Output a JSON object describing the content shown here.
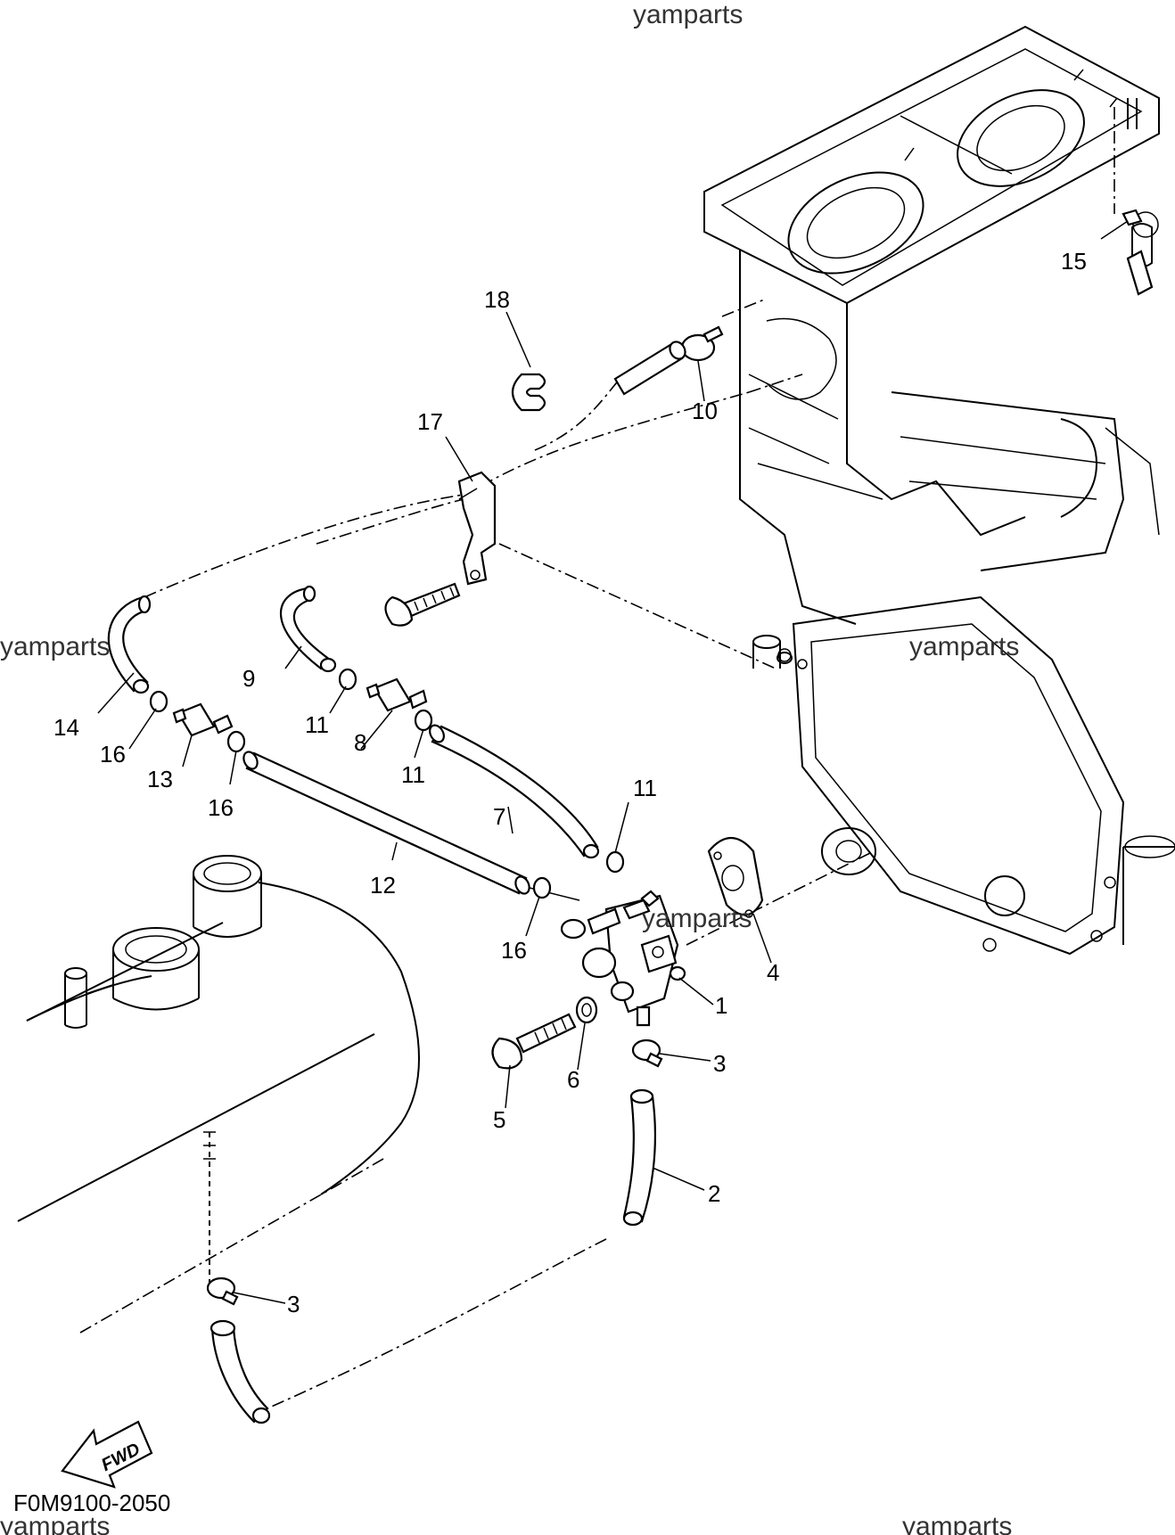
{
  "watermarks": [
    {
      "id": "wm-top",
      "text": "yamparts"
    },
    {
      "id": "wm-left",
      "text": "yamparts"
    },
    {
      "id": "wm-right",
      "text": "yamparts"
    },
    {
      "id": "wm-center",
      "text": "yamparts"
    },
    {
      "id": "wm-bottom-left",
      "text": "yamparts"
    },
    {
      "id": "wm-bottom-right",
      "text": "yamparts"
    }
  ],
  "callouts": {
    "c1": "1",
    "c2": "2",
    "c3a": "3",
    "c3b": "3",
    "c4": "4",
    "c5": "5",
    "c6": "6",
    "c7": "7",
    "c8": "8",
    "c9": "9",
    "c10": "10",
    "c11a": "11",
    "c11b": "11",
    "c11c": "11",
    "c12": "12",
    "c13": "13",
    "c14": "14",
    "c15": "15",
    "c16a": "16",
    "c16b": "16",
    "c16c": "16",
    "c17": "17",
    "c18": "18"
  },
  "fwd_label": "FWD",
  "diagram_code": "F0M9100-2050",
  "icons": {
    "fwd_arrow": "fwd-arrow-icon"
  }
}
